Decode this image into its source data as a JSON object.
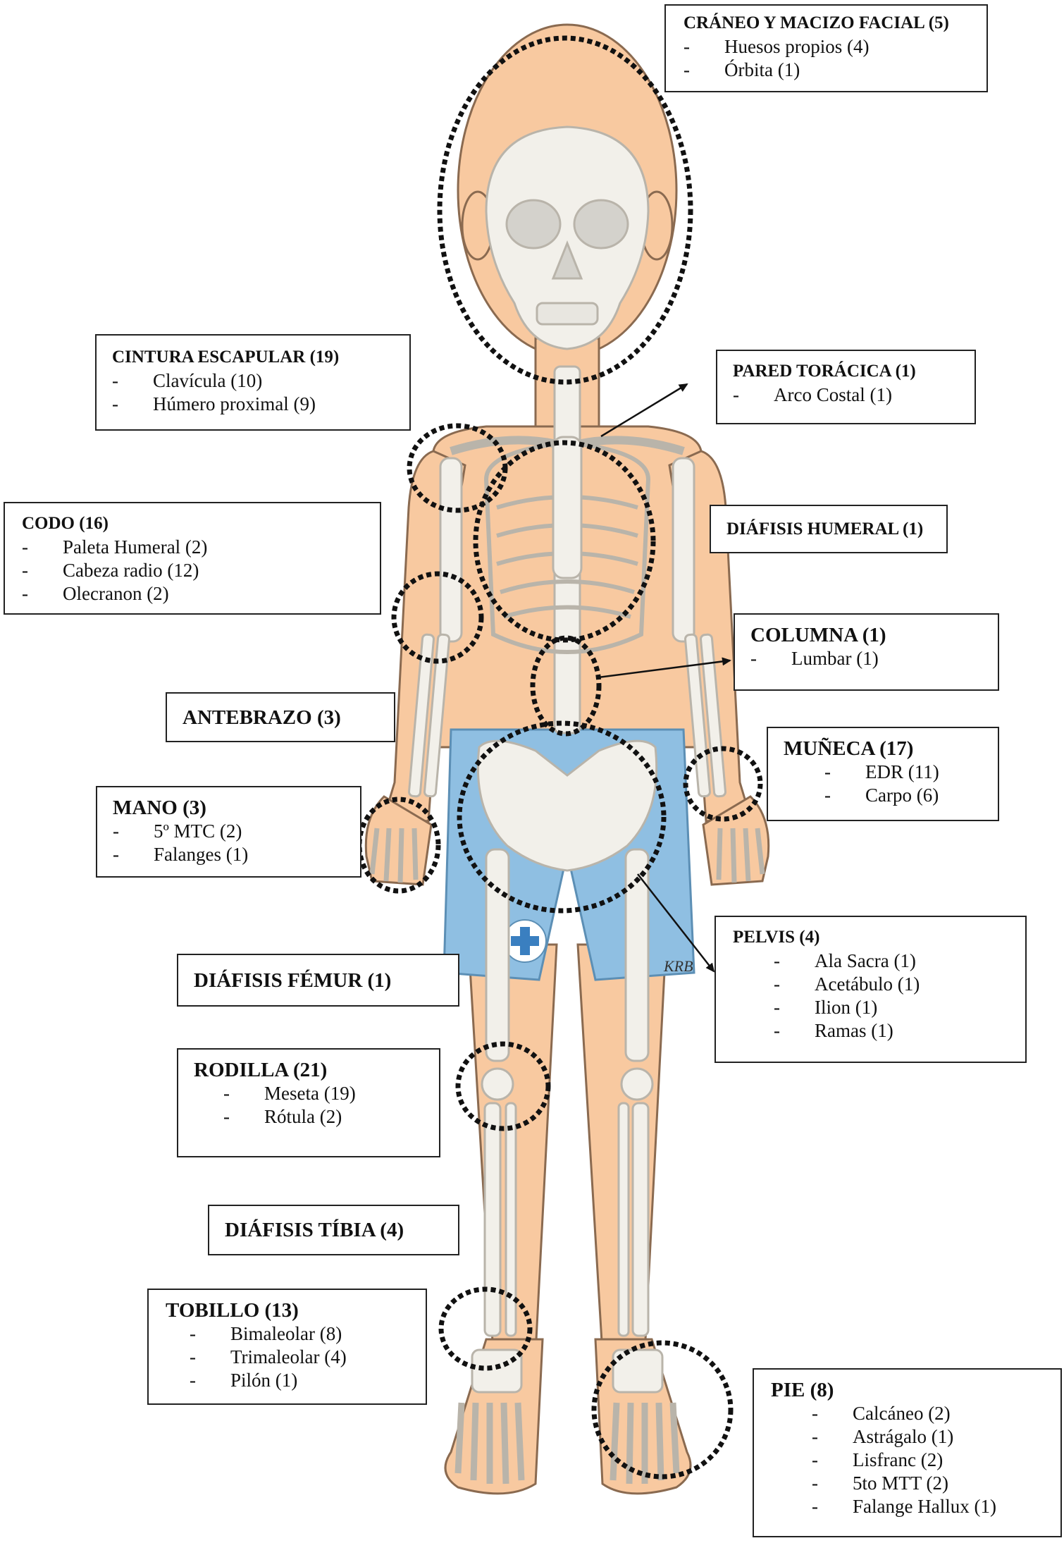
{
  "colors": {
    "skin": "#f8c9a0",
    "bone": "#f2f0ea",
    "bone_outline": "#b9b4aa",
    "shorts": "#8fbfe2",
    "shorts_outline": "#5c8fb5",
    "circle": "#111111"
  },
  "shorts_logo_icon": "medical-cross-logo",
  "signature": "KRB",
  "boxes": {
    "craneo": {
      "title": "CRÁNEO Y MACIZO FACIAL (5)",
      "items": [
        "Huesos propios (4)",
        "Órbita (1)"
      ]
    },
    "cintura": {
      "title": "CINTURA ESCAPULAR (19)",
      "items": [
        "Clavícula (10)",
        "Húmero proximal (9)"
      ]
    },
    "pared": {
      "title": "PARED TORÁCICA (1)",
      "items": [
        "Arco Costal (1)"
      ]
    },
    "diafisis_humeral": {
      "title": "DIÁFISIS HUMERAL (1)"
    },
    "codo": {
      "title": "CODO (16)",
      "items": [
        "Paleta Humeral (2)",
        "Cabeza radio (12)",
        "Olecranon (2)"
      ]
    },
    "columna": {
      "title": "COLUMNA (1)",
      "items": [
        "Lumbar (1)"
      ]
    },
    "antebrazo": {
      "title": "ANTEBRAZO (3)"
    },
    "muneca": {
      "title": "MUÑECA (17)",
      "items": [
        "EDR (11)",
        "Carpo (6)"
      ]
    },
    "mano": {
      "title": "MANO (3)",
      "items": [
        "5º MTC (2)",
        "Falanges (1)"
      ]
    },
    "pelvis": {
      "title": "PELVIS (4)",
      "items": [
        "Ala Sacra (1)",
        "Acetábulo (1)",
        "Ilion (1)",
        "Ramas (1)"
      ]
    },
    "diafisis_femur": {
      "title": "DIÁFISIS FÉMUR (1)"
    },
    "rodilla": {
      "title": "RODILLA (21)",
      "items": [
        "Meseta (19)",
        "Rótula (2)"
      ]
    },
    "diafisis_tibia": {
      "title": "DIÁFISIS TÍBIA (4)"
    },
    "tobillo": {
      "title": "TOBILLO (13)",
      "items": [
        "Bimaleolar (8)",
        "Trimaleolar (4)",
        "Pilón (1)"
      ]
    },
    "pie": {
      "title": "PIE (8)",
      "items": [
        "Calcáneo (2)",
        "Astrágalo (1)",
        "Lisfranc (2)",
        "5to MTT (2)",
        "Falange Hallux (1)"
      ]
    }
  }
}
